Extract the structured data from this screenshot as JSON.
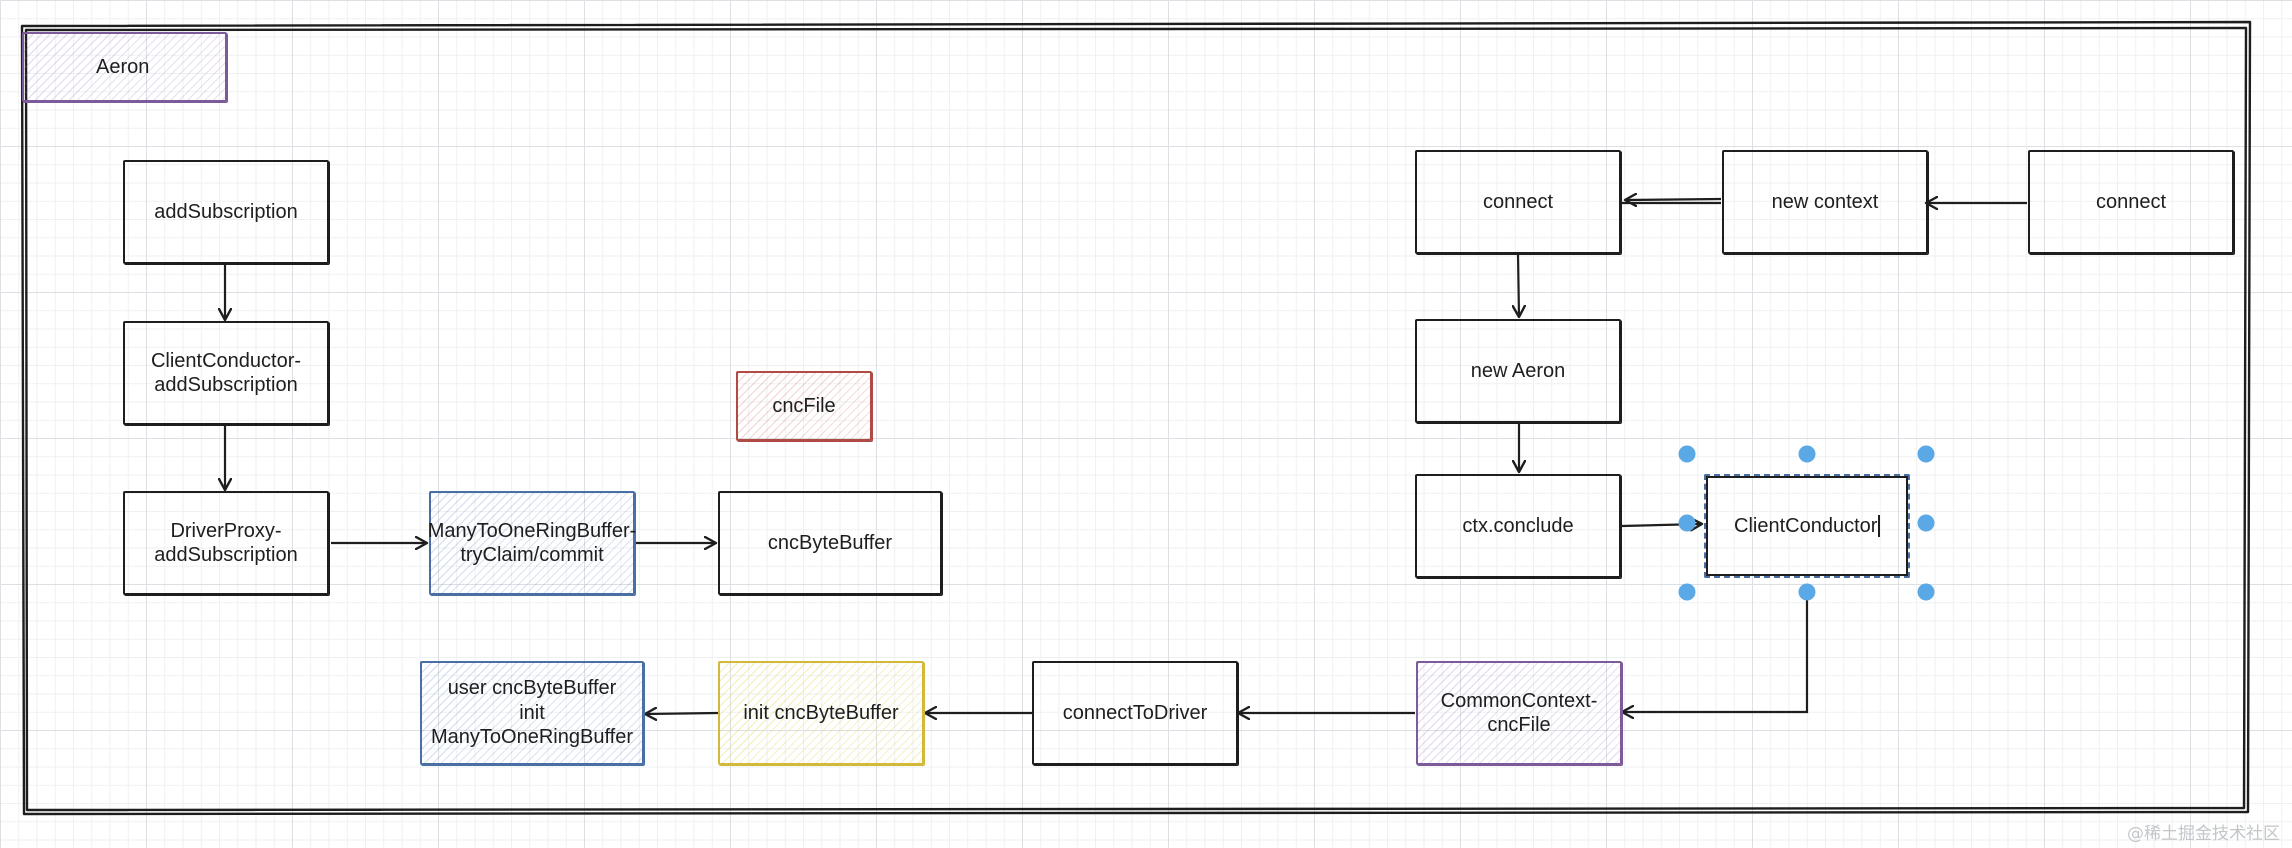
{
  "frame": {
    "title": "Aeron"
  },
  "nodes": {
    "add_subscription": "addSubscription",
    "client_conductor_add_subscription": "ClientConductor-\naddSubscription",
    "driver_proxy_add_subscription": "DriverProxy-\naddSubscription",
    "ring_buffer_try_claim": "ManyToOneRingBuffer-\ntryClaim/commit",
    "cnc_byte_buffer": "cncByteBuffer",
    "cnc_file": "cncFile",
    "connect_left": "connect",
    "new_context": "new context",
    "connect_right": "connect",
    "new_aeron": "new Aeron",
    "ctx_conclude": "ctx.conclude",
    "client_conductor": "ClientConductor",
    "common_context_cnc_file": "CommonContext-\ncncFile",
    "connect_to_driver": "connectToDriver",
    "init_cnc_byte_buffer": "init cncByteBuffer",
    "user_cnc_byte_buffer": "user cncByteBuffer\ninit\nManyToOneRingBuffer"
  },
  "colors": {
    "stroke": "#1e1e1e",
    "purple": "#7d5a9a",
    "blue": "#4a6fa5",
    "red": "#b04a45",
    "yellow": "#d2b93a",
    "selection_handle": "#5aa9e6"
  },
  "watermark": "@稀土掘金技术社区"
}
